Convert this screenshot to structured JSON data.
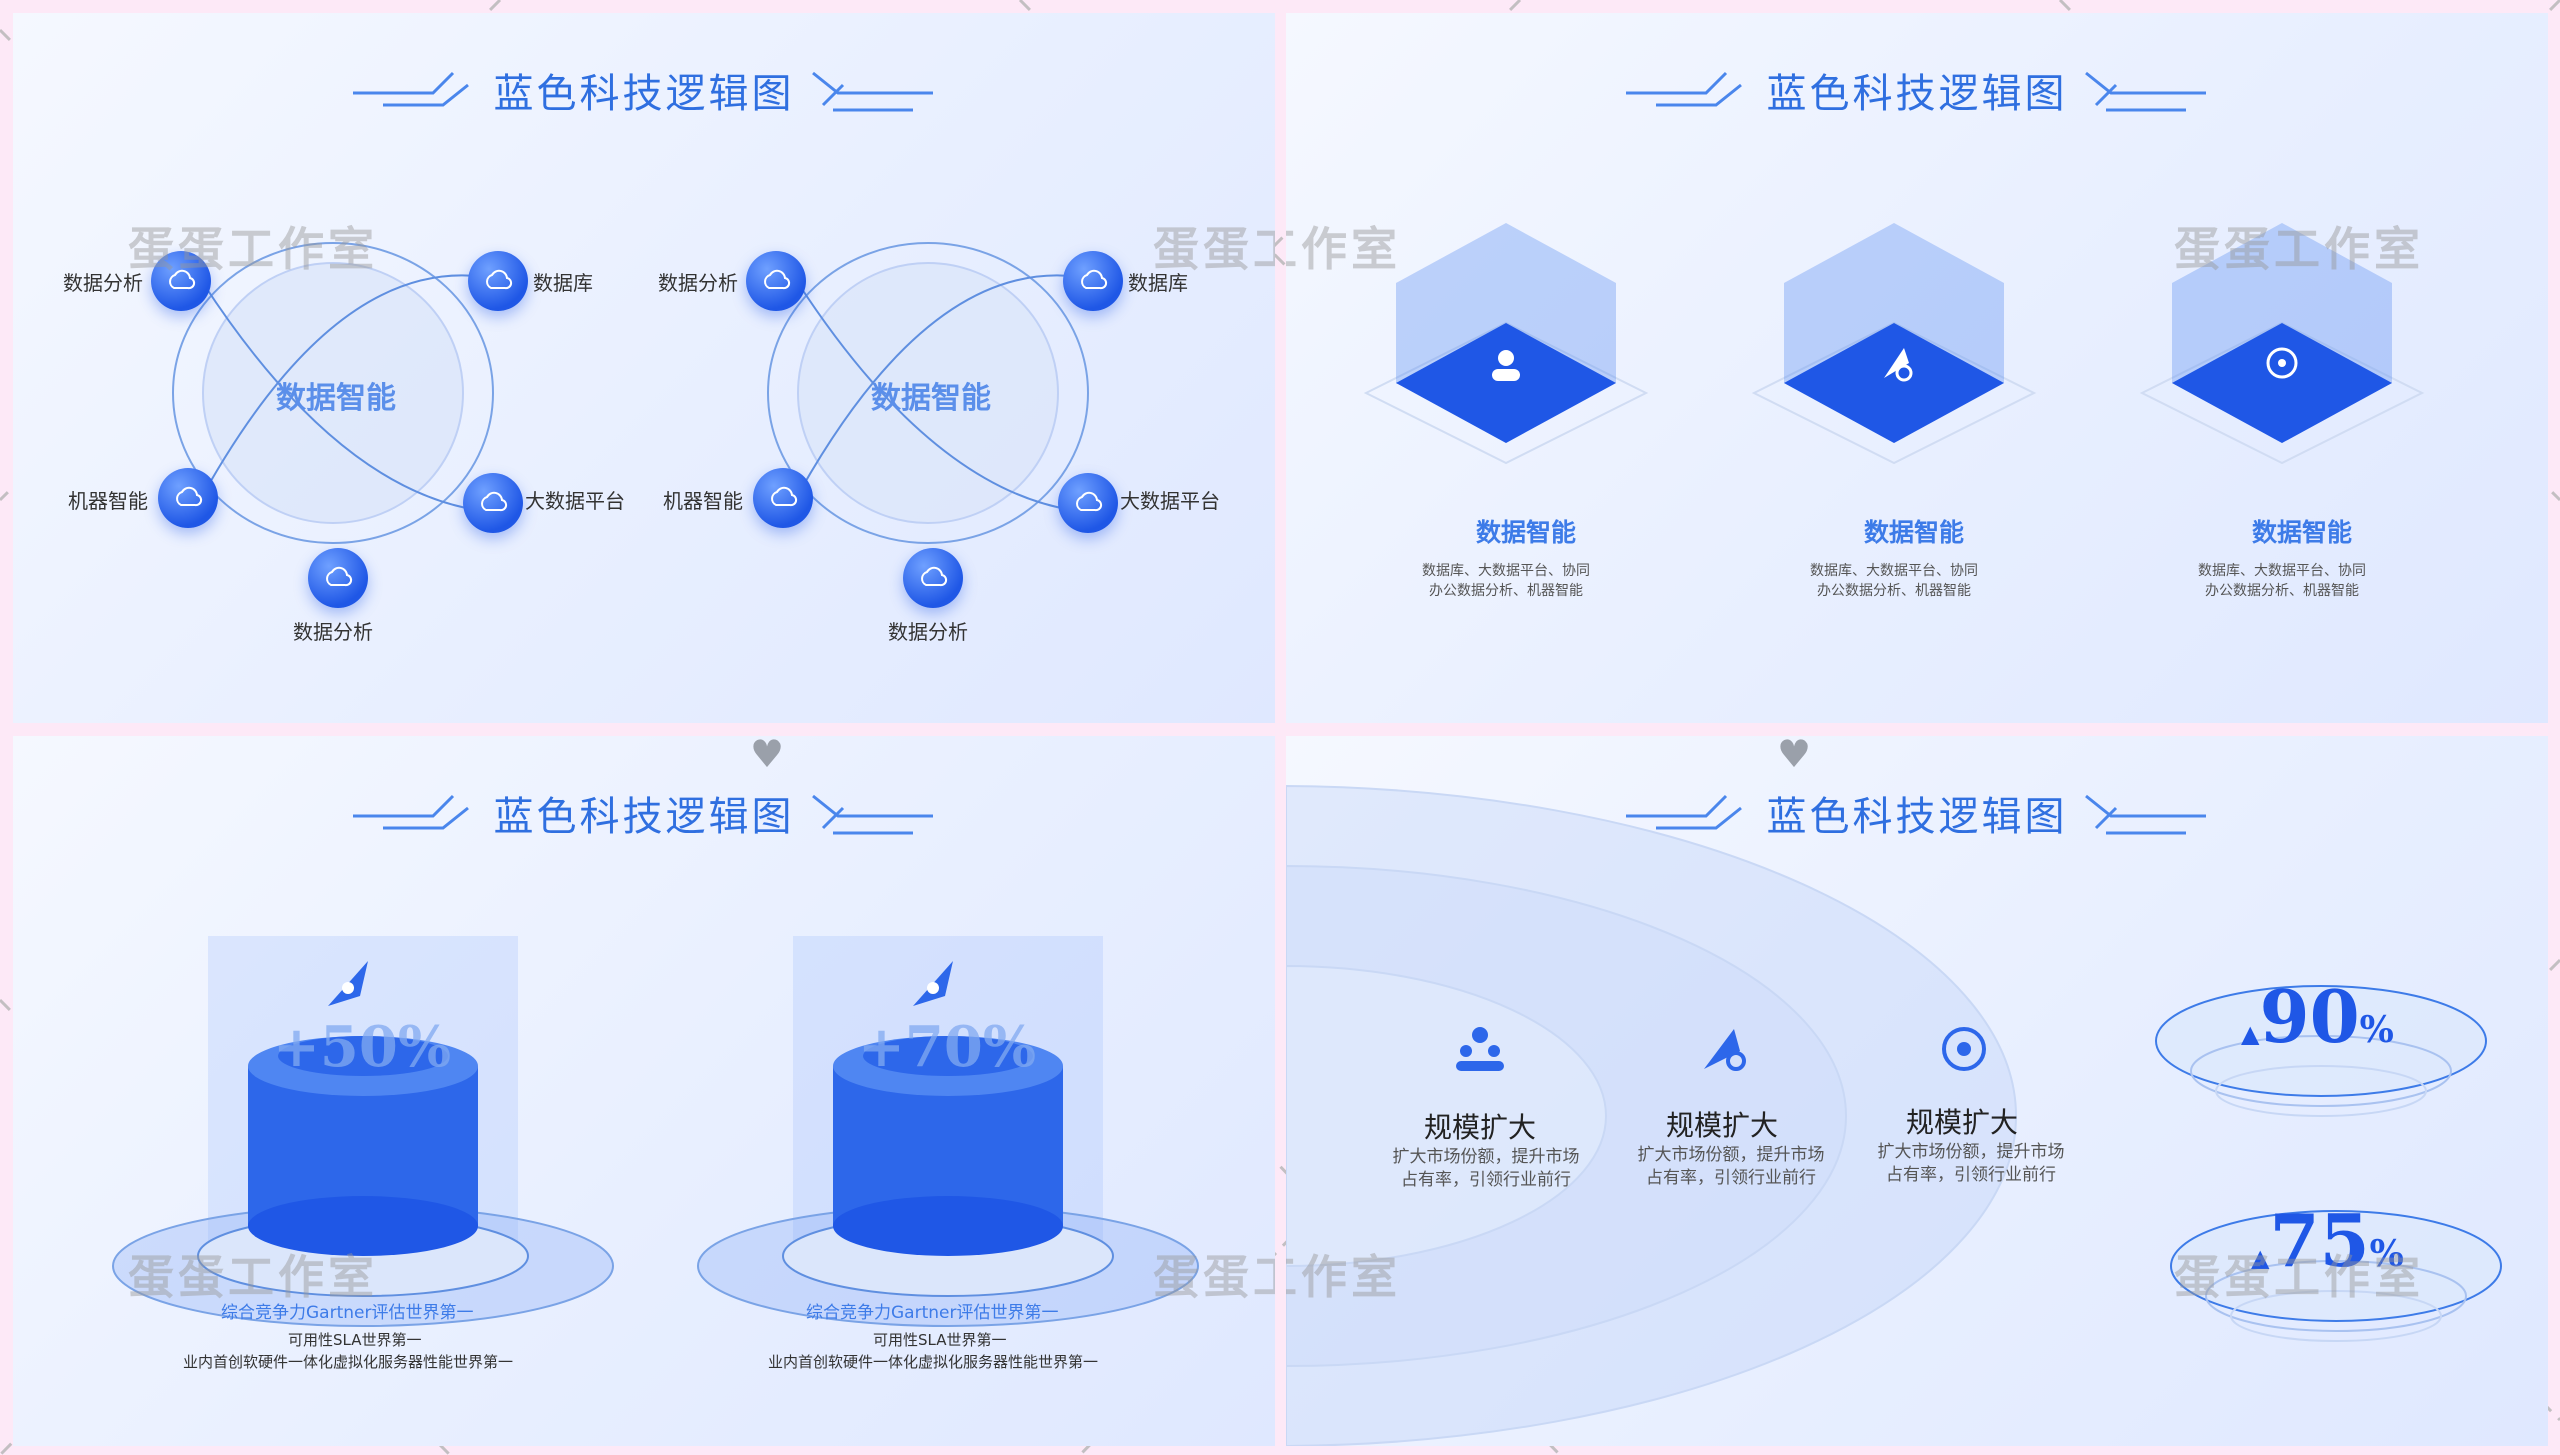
{
  "title": "蓝色科技逻辑图",
  "watermark": "蛋蛋工作室",
  "panel1": {
    "center": "数据智能",
    "nodes": [
      "数据分析",
      "数据库",
      "机器智能",
      "大数据平台",
      "数据分析"
    ]
  },
  "panel2": {
    "cards": [
      {
        "heading": "数据智能",
        "desc": "数据库、大数据平台、协同\n办公数据分析、机器智能",
        "icon": "people-icon"
      },
      {
        "heading": "数据智能",
        "desc": "数据库、大数据平台、协同\n办公数据分析、机器智能",
        "icon": "rocket-search-icon"
      },
      {
        "heading": "数据智能",
        "desc": "数据库、大数据平台、协同\n办公数据分析、机器智能",
        "icon": "refresh-bulb-icon"
      }
    ]
  },
  "panel3": {
    "items": [
      {
        "pct": "+50%",
        "line1": "综合竞争力Gartner评估世界第一",
        "line2": "可用性SLA世界第一",
        "line3": "业内首创软硬件一体化虚拟化服务器性能世界第一"
      },
      {
        "pct": "+70%",
        "line1": "综合竞争力Gartner评估世界第一",
        "line2": "可用性SLA世界第一",
        "line3": "业内首创软硬件一体化虚拟化服务器性能世界第一"
      }
    ]
  },
  "panel4": {
    "items": [
      {
        "heading": "规模扩大",
        "desc": "扩大市场份额，提升市场\n占有率，引领行业前行"
      },
      {
        "heading": "规模扩大",
        "desc": "扩大市场份额，提升市场\n占有率，引领行业前行"
      },
      {
        "heading": "规模扩大",
        "desc": "扩大市场份额，提升市场\n占有率，引领行业前行"
      }
    ],
    "rings": [
      {
        "value": "90",
        "unit": "%"
      },
      {
        "value": "75",
        "unit": "%"
      }
    ]
  },
  "colors": {
    "accent": "#1f57e6",
    "title": "#2f6fe0",
    "bg": "#fde9f7"
  }
}
